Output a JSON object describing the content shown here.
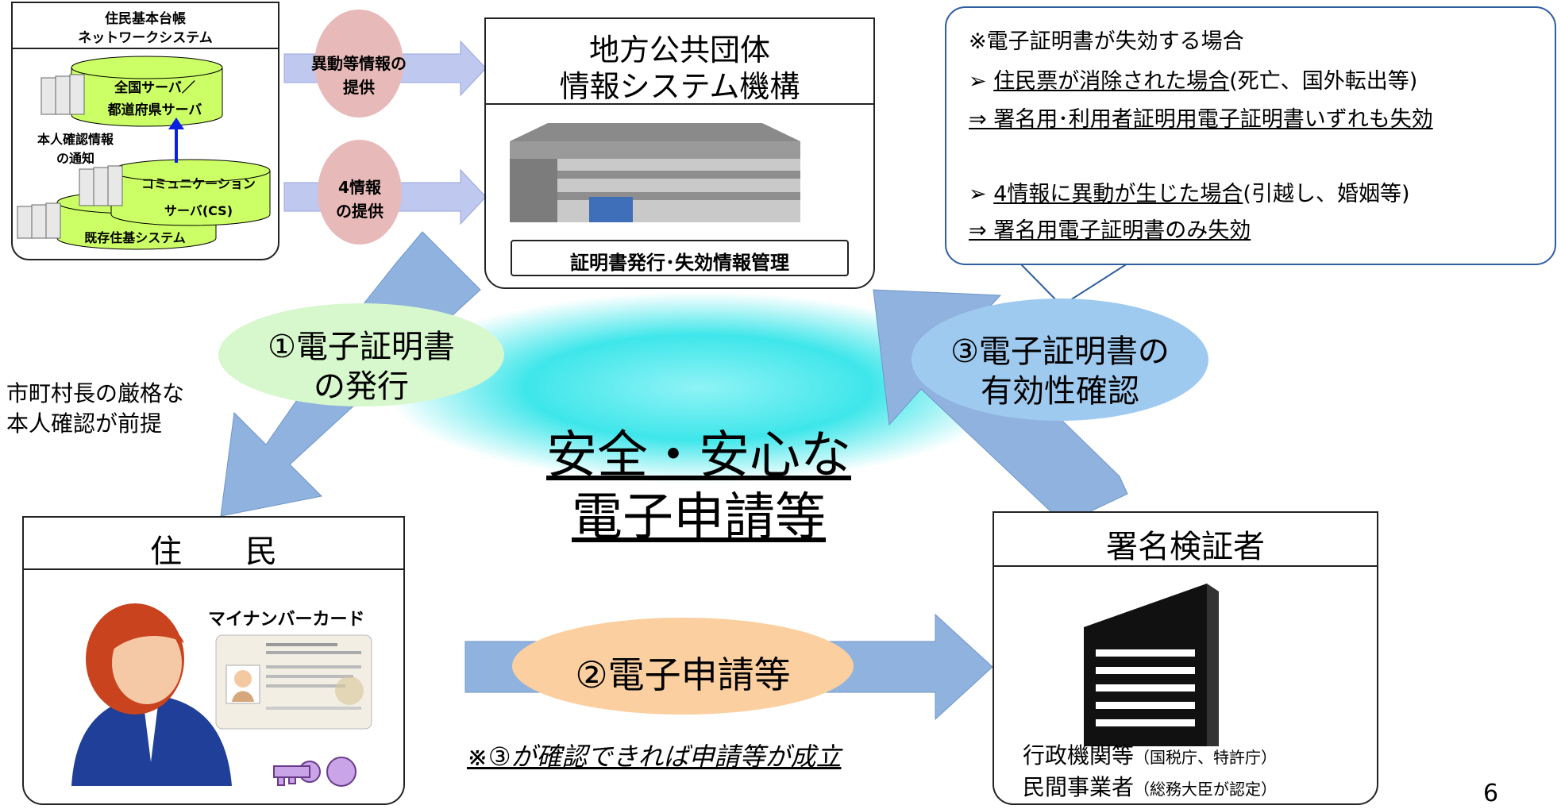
{
  "jukinet": {
    "title_line1": "住民基本台帳",
    "title_line2": "ネットワークシステム",
    "server_national_line1": "全国サーバ／",
    "server_national_line2": "都道府県サーバ",
    "identity_notice_line1": "本人確認情報",
    "identity_notice_line2": "の通知",
    "cs_line1": "コミュニケーション",
    "cs_line2": "サーバ(CS)",
    "existing_system": "既存住基システム"
  },
  "flows": {
    "change_info_line1": "異動等情報の",
    "change_info_line2": "提供",
    "four_info_line1": "4情報",
    "four_info_line2": "の提供"
  },
  "jlis": {
    "name_line1": "地方公共団体",
    "name_line2": "情報システム機構",
    "function_label": "証明書発行･失効情報管理"
  },
  "callout": {
    "heading": "※電子証明書が失効する場合",
    "case1_marker": "➢",
    "case1_underlined": "住民票が消除された場合",
    "case1_note": "(死亡、国外転出等)",
    "case1_result": "⇒ 署名用･利用者証明用電子証明書いずれも失効",
    "case2_marker": "➢",
    "case2_prefix": "4情報に異動が生じた場合",
    "case2_note": "(引越し、婚姻等)",
    "case2_result": "⇒ 署名用電子証明書のみ失効"
  },
  "steps": {
    "issue_line1": "①電子証明書",
    "issue_line2": "の発行",
    "apply": "②電子申請等",
    "verify_line1": "③電子証明書の",
    "verify_line2": "有効性確認"
  },
  "center": {
    "line1": "安全・安心な",
    "line2": "電子申請等"
  },
  "mayor_note_line1": "市町村長の厳格な",
  "mayor_note_line2": "本人確認が前提",
  "resident": {
    "title": "住　　民",
    "card_label": "マイナンバーカード"
  },
  "verifier": {
    "title": "署名検証者",
    "line1_main": "行政機関等",
    "line1_note": "（国税庁、特許庁）",
    "line2_main": "民間事業者",
    "line2_note": "（総務大臣が認定）"
  },
  "footnote": "※③が確認できれば申請等が成立",
  "page_number": "6",
  "colors": {
    "arrow_blue": "#8fb3de",
    "ellipse_green": "#d7f7cd",
    "ellipse_blue": "#9fcaf0",
    "ellipse_orange": "#fbcf9f",
    "ellipse_pink": "#e8b9b9",
    "center_glow": "#3ee6ea",
    "drum_green": "#ccff66",
    "flow_arrow": "#bfc8ee"
  }
}
